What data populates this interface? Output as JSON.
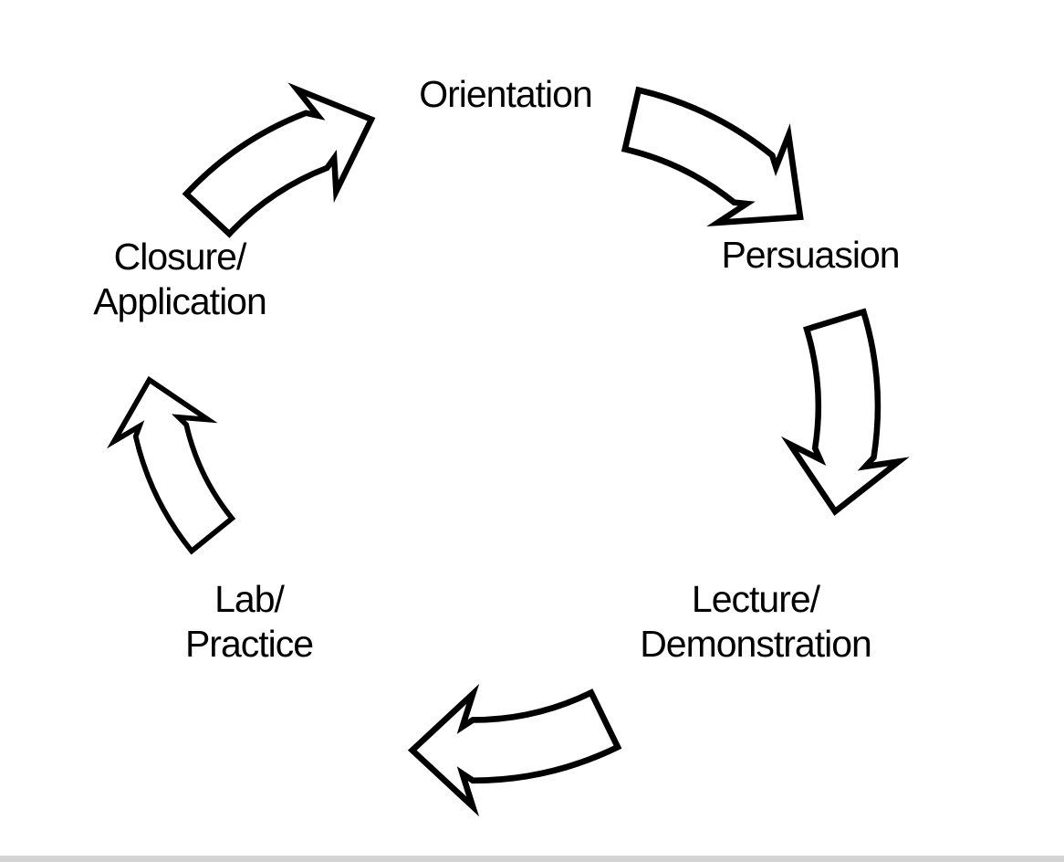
{
  "diagram": {
    "type": "cycle",
    "direction": "clockwise",
    "nodes": [
      {
        "id": "orientation",
        "label": "Orientation"
      },
      {
        "id": "persuasion",
        "label": "Persuasion"
      },
      {
        "id": "lecture-demonstration",
        "label": "Lecture/\nDemonstration"
      },
      {
        "id": "lab-practice",
        "label": "Lab/\nPractice"
      },
      {
        "id": "closure-application",
        "label": "Closure/\nApplication"
      }
    ],
    "arrows": [
      {
        "from": "closure-application",
        "to": "orientation"
      },
      {
        "from": "orientation",
        "to": "persuasion"
      },
      {
        "from": "persuasion",
        "to": "lecture-demonstration"
      },
      {
        "from": "lecture-demonstration",
        "to": "lab-practice"
      },
      {
        "from": "lab-practice",
        "to": "closure-application"
      }
    ],
    "colors": {
      "arrow_stroke": "#000000",
      "arrow_fill": "#ffffff",
      "text": "#000000",
      "background": "#ffffff",
      "bottom_edge": "#d4d4d4"
    }
  }
}
